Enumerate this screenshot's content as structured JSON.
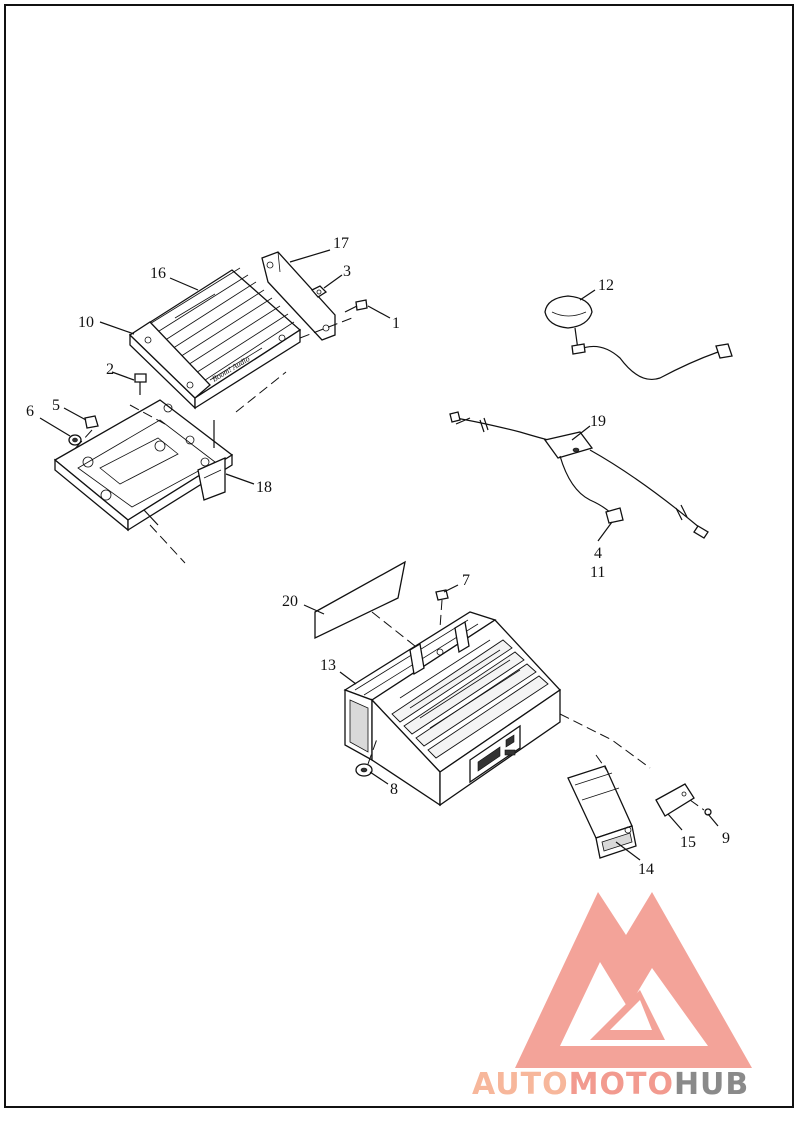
{
  "callouts": {
    "c1": "1",
    "c2": "2",
    "c3": "3",
    "c4": "4",
    "c5": "5",
    "c6": "6",
    "c7": "7",
    "c8": "8",
    "c9": "9",
    "c10": "10",
    "c11": "11",
    "c12": "12",
    "c13": "13",
    "c14": "14",
    "c15": "15",
    "c16": "16",
    "c17": "17",
    "c18": "18",
    "c19": "19",
    "c20": "20"
  },
  "watermark": {
    "part1": "AUTO",
    "part2": "MOTO",
    "part3": "HUB",
    "color_light": "#f7b79b",
    "color_mid": "#f29a8f",
    "color_dark": "#8a8a8a"
  }
}
